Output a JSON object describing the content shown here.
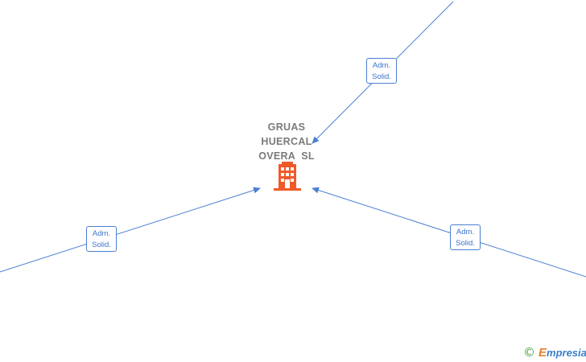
{
  "company": {
    "name_lines": [
      "GRUAS",
      "HUERCAL",
      "OVERA  SL"
    ],
    "icon": "building-icon",
    "icon_color": "#f05a28"
  },
  "relations": [
    {
      "id": "top",
      "role_line1": "Adm.",
      "role_line2": "Solid."
    },
    {
      "id": "left",
      "role_line1": "Adm.",
      "role_line2": "Solid."
    },
    {
      "id": "right",
      "role_line1": "Adm.",
      "role_line2": "Solid."
    }
  ],
  "colors": {
    "line": "#4a7fd1",
    "text": "#7a7a7a"
  },
  "footer": {
    "copyright_symbol": "©",
    "brand_initial": "E",
    "brand_rest": "mpresia"
  }
}
